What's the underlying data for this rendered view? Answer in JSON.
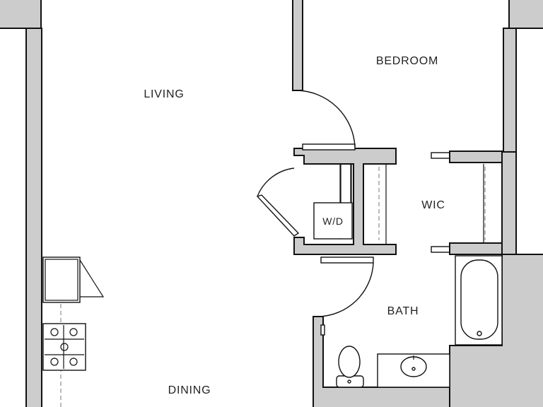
{
  "rooms": {
    "living": "LIVING",
    "bedroom": "BEDROOM",
    "wic": "WIC",
    "bath": "BATH",
    "dining": "DINING",
    "wd": "W/D"
  },
  "colors": {
    "wall_fill": "#cccccc",
    "line": "#111111",
    "background": "#ffffff"
  }
}
